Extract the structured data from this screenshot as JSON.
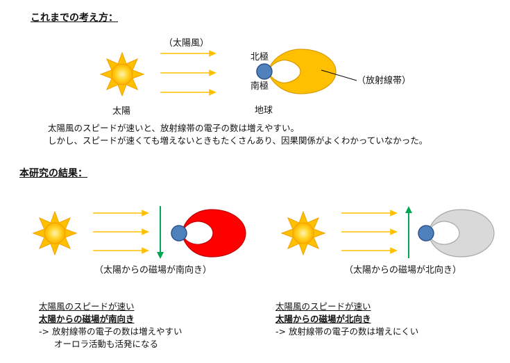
{
  "heading_old": "これまでの考え方：",
  "heading_new": "本研究の結果：",
  "old_diagram": {
    "solar_wind_label": "（太陽風）",
    "sun_label": "太陽",
    "earth_label": "地球",
    "north_pole_label": "北極",
    "south_pole_label": "南極",
    "belt_label": "（放射線帯）",
    "belt_color": "#FFC000"
  },
  "old_text": [
    "太陽風のスピードが速いと、放射線帯の電子の数は増えやすい。",
    "しかし、スピードが速くても増えないときもたくさんあり、因果関係がよくわかっていなかった。"
  ],
  "case_south": {
    "field_label": "（太陽からの磁場が南向き）",
    "belt_color": "#FF0000",
    "field_arrow_color": "#00A650",
    "line1": "太陽風のスピードが速い",
    "line2": "太陽からの磁場が南向き",
    "line3": "-> 放射線帯の電子の数は増えやすい",
    "line4": "オーロラ活動も活発になる"
  },
  "case_north": {
    "field_label": "（太陽からの磁場が北向き）",
    "belt_color": "#D9D9D9",
    "field_arrow_color": "#00A650",
    "line1": "太陽風のスピードが速い",
    "line2": "太陽からの磁場が北向き",
    "line3": "-> 放射線帯の電子の数は増えにくい"
  },
  "colors": {
    "sun_fill": "#FFC000",
    "sun_center": "#FFE680",
    "wind_arrow": "#FFC000",
    "earth_fill": "#4F81BD",
    "earth_stroke": "#2F528F"
  }
}
